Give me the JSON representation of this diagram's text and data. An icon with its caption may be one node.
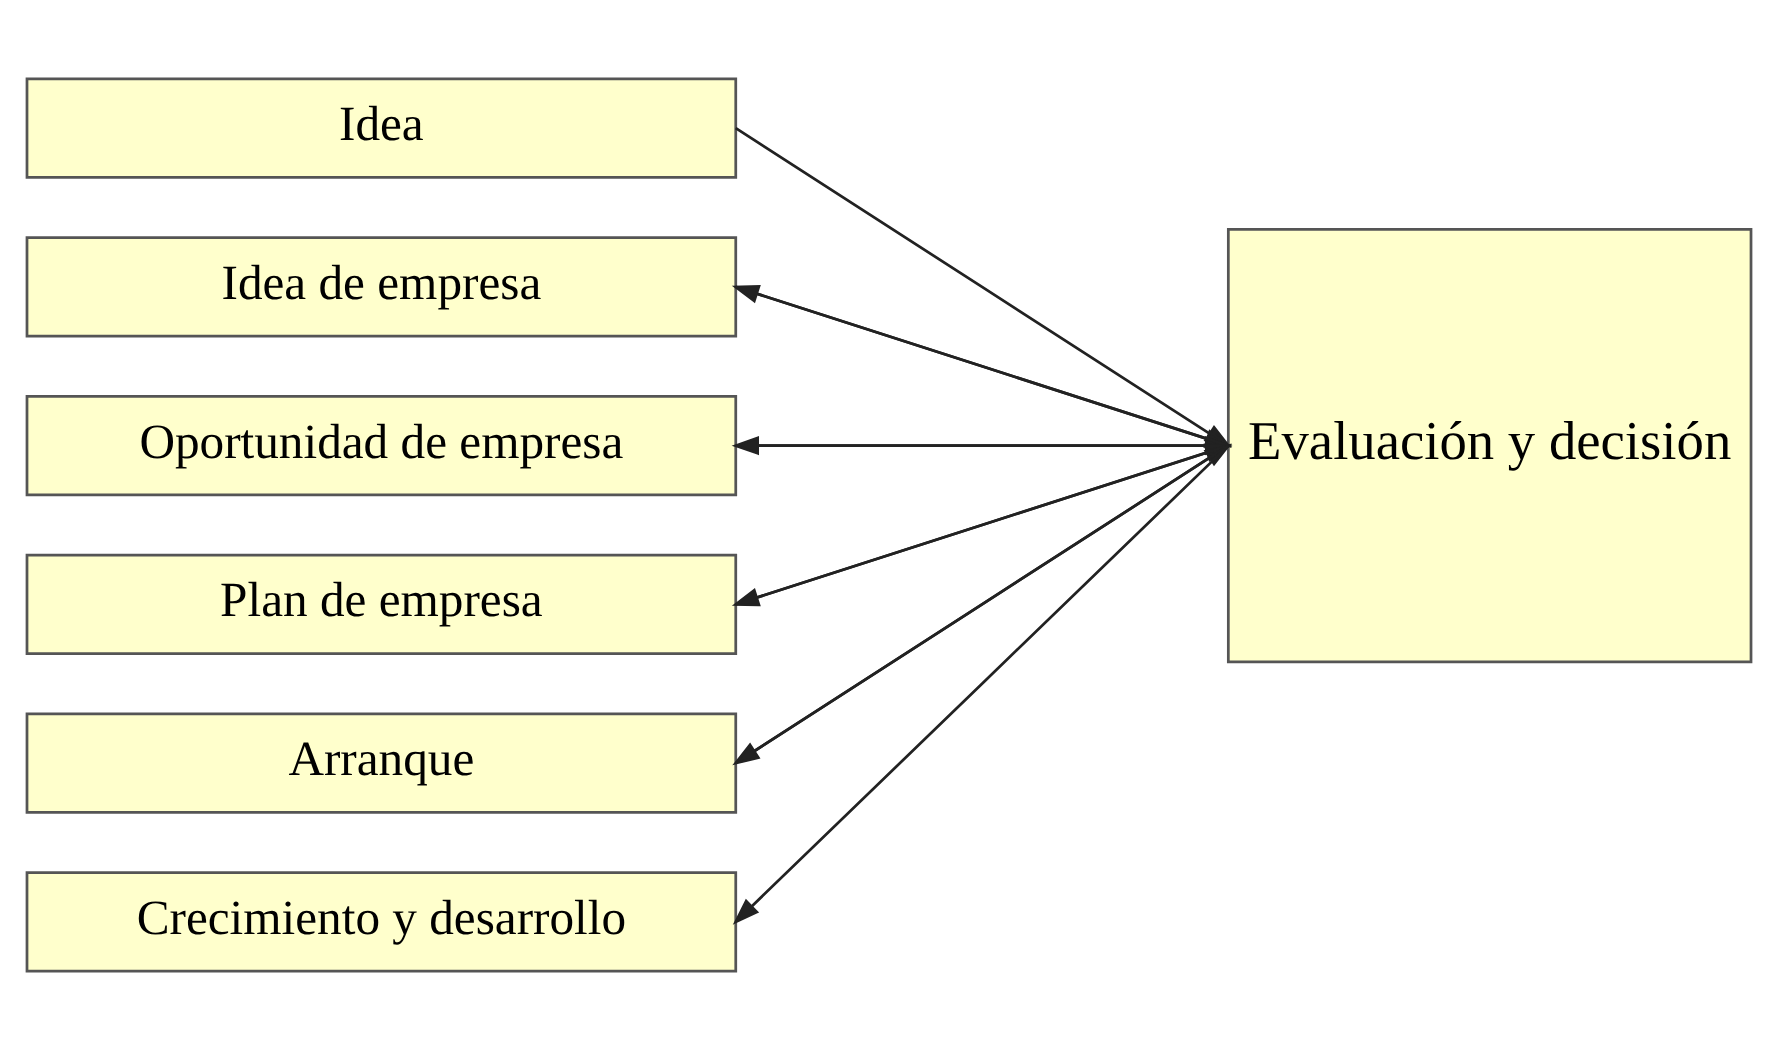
{
  "diagram": {
    "nodes": [
      {
        "text": [
          "Idea"
        ]
      },
      {
        "text": [
          "Idea de empresa"
        ]
      },
      {
        "text": [
          "Oportunidad de empresa"
        ]
      },
      {
        "text": [
          "Plan de empresa"
        ]
      },
      {
        "text": [
          "Arranque"
        ]
      },
      {
        "text": [
          "Crecimiento y desarrollo"
        ]
      },
      {
        "text": [
          "Evaluación y decisión"
        ]
      }
    ],
    "edges": [
      {
        "from": 0,
        "to": 6,
        "arrow": "to"
      },
      {
        "from": 6,
        "to": 1,
        "arrow": "to"
      },
      {
        "from": 1,
        "to": 6,
        "arrow": "to"
      },
      {
        "from": 6,
        "to": 2,
        "arrow": "to"
      },
      {
        "from": 2,
        "to": 6,
        "arrow": "to"
      },
      {
        "from": 6,
        "to": 3,
        "arrow": "to"
      },
      {
        "from": 3,
        "to": 6,
        "arrow": "to"
      },
      {
        "from": 6,
        "to": 4,
        "arrow": "to"
      },
      {
        "from": 4,
        "to": 6,
        "arrow": "to"
      },
      {
        "from": 6,
        "to": 5,
        "arrow": "to"
      }
    ]
  }
}
